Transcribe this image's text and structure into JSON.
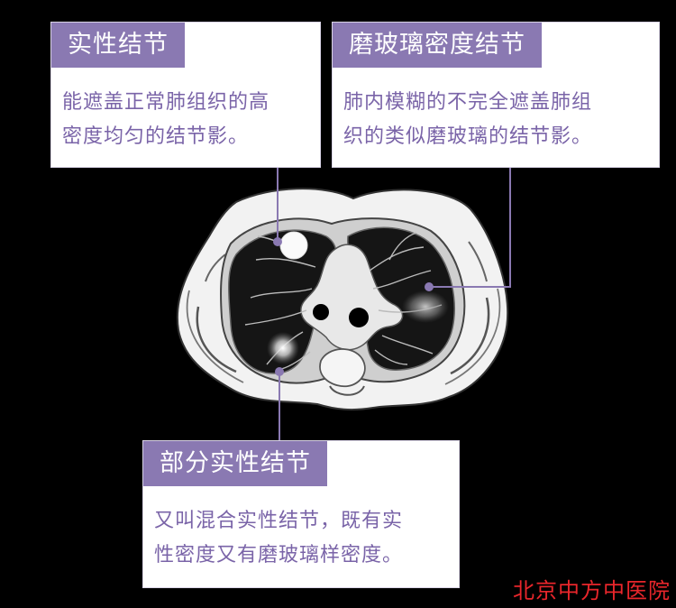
{
  "nodules": [
    {
      "title": "实性结节",
      "lines": [
        "能遮盖正常肺组织的高",
        "密度均匀的结节影。"
      ]
    },
    {
      "title": "磨玻璃密度结节",
      "lines": [
        "肺内模糊的不完全遮盖肺组",
        "织的类似磨玻璃的结节影。"
      ]
    },
    {
      "title": "部分实性结节",
      "lines": [
        "又叫混合实性结节，既有实",
        "性密度又有磨玻璃样密度。"
      ]
    }
  ],
  "credit": "北京中方中医院",
  "colors": {
    "accent": "#8a79b2",
    "text": "#7a64a8",
    "credit": "#e8262b",
    "background": "#000000"
  }
}
